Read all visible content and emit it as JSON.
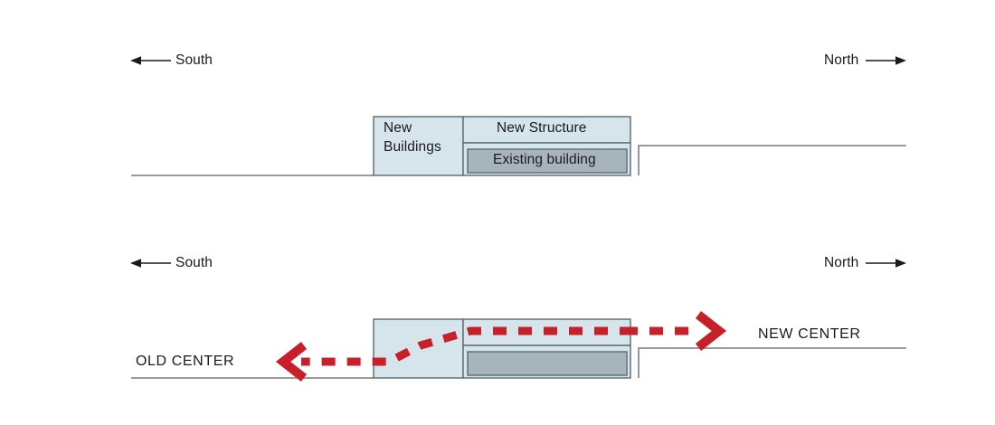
{
  "diagram": {
    "title_semantics": "architectural-section-urban-shift",
    "colors": {
      "ground_line": "#8c8c8c",
      "new_building_fill": "#d6e4ec",
      "new_building_stroke": "#5a6a72",
      "existing_building_fill": "#a8b4bc",
      "existing_building_stroke": "#5a6a72",
      "arrow_red": "#c8202a",
      "text": "#1a1a1a"
    },
    "panels": [
      {
        "id": "upper",
        "name": "section-upper",
        "compass": {
          "south_label": "South",
          "north_label": "North"
        },
        "boxes": [
          {
            "id": "new-buildings",
            "label": "New\nBuildings",
            "fill": "new"
          },
          {
            "id": "new-structure",
            "label": "New Structure",
            "fill": "new"
          },
          {
            "id": "existing-building",
            "label": "Existing building",
            "fill": "existing"
          }
        ]
      },
      {
        "id": "lower",
        "name": "section-lower",
        "compass": {
          "south_label": "South",
          "north_label": "North"
        },
        "boxes": [
          {
            "id": "new-buildings-lower",
            "label": "",
            "fill": "new"
          },
          {
            "id": "existing-building-lower",
            "label": "",
            "fill": "existing"
          }
        ],
        "annotations": {
          "old_center_label": "OLD CENTER",
          "new_center_label": "NEW CENTER",
          "flow_left_direction": "west",
          "flow_right_direction": "east"
        }
      }
    ]
  }
}
